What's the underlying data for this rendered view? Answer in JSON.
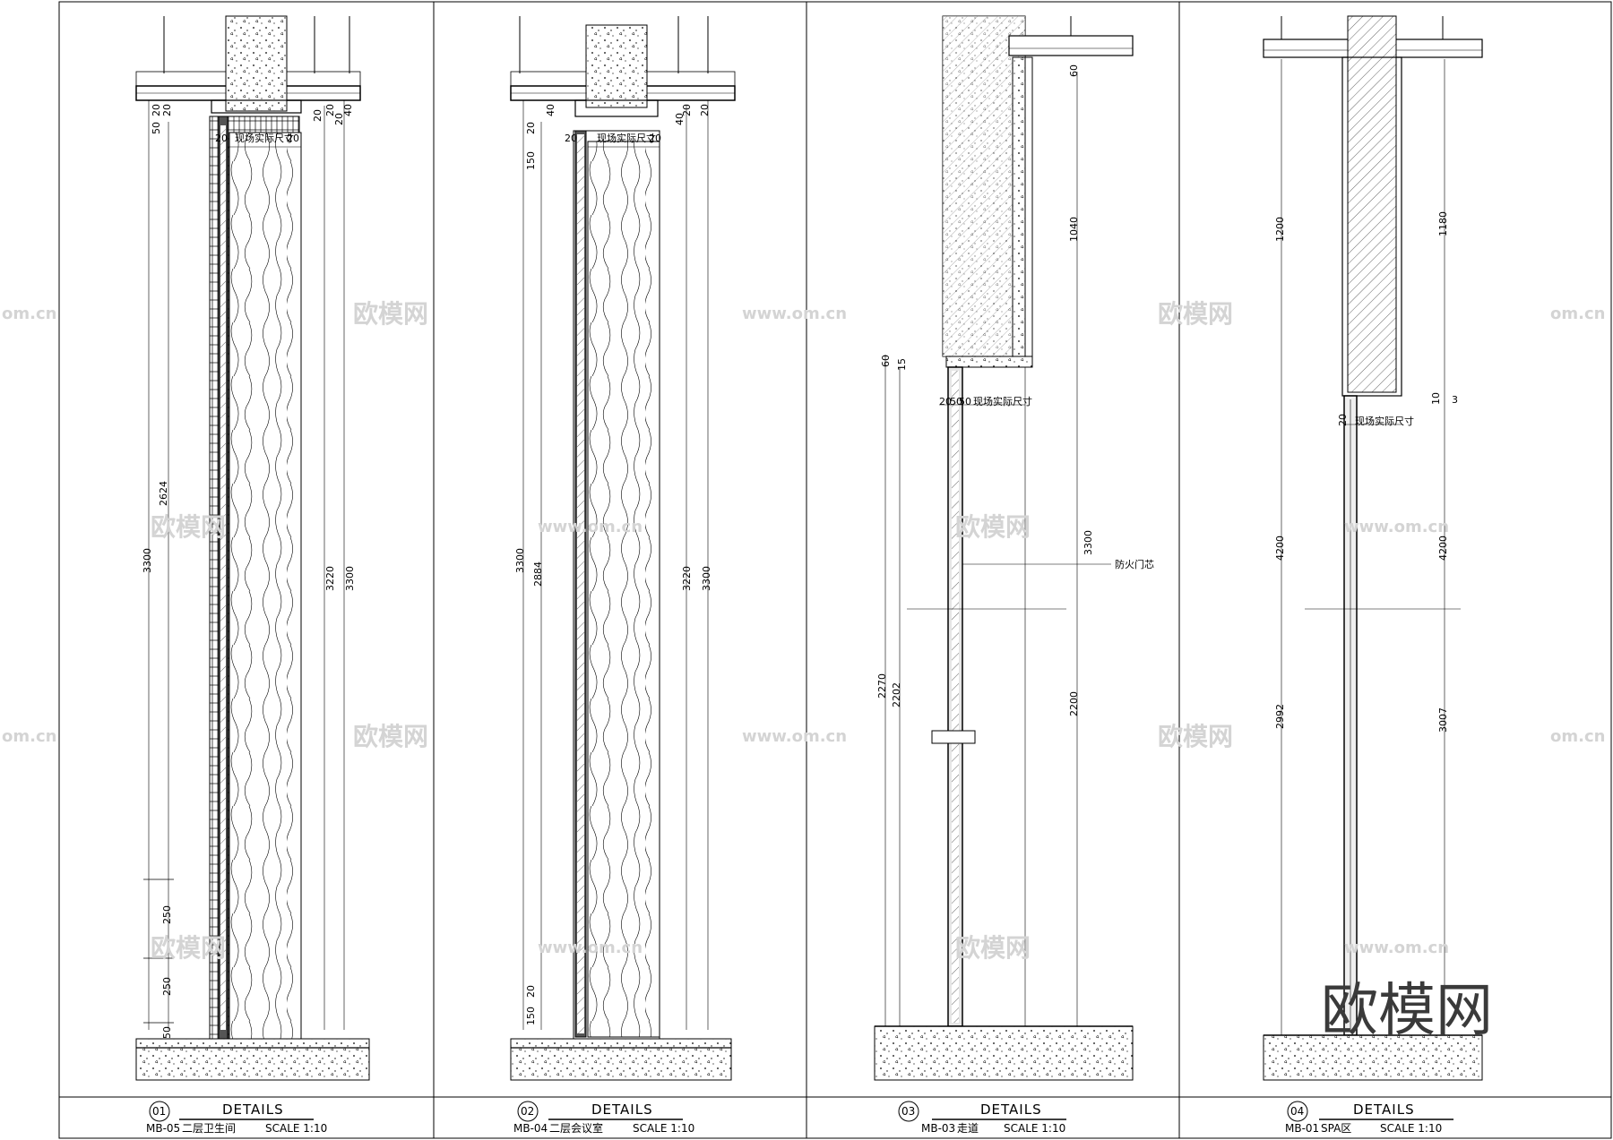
{
  "details": [
    {
      "number": "01",
      "sheet_ref": "MB-05",
      "title": "DETAILS",
      "location": "二层卫生间",
      "scale": "SCALE 1:10",
      "field_note": "现场实际尺寸",
      "dims_left_outer": "3300",
      "dims_left_inner": [
        "2624",
        "250",
        "250",
        "20",
        "50",
        "20",
        "50"
      ],
      "dims_right": [
        "3220",
        "3300",
        "20",
        "40",
        "20",
        "20"
      ],
      "dims_top": [
        "20",
        "20"
      ]
    },
    {
      "number": "02",
      "sheet_ref": "MB-04",
      "title": "DETAILS",
      "location": "二层会议室",
      "scale": "SCALE 1:10",
      "field_note": "现场实际尺寸",
      "dims_left_outer": "3300",
      "dims_left_inner": [
        "2884",
        "150",
        "20",
        "150",
        "20",
        "40"
      ],
      "dims_right": [
        "3220",
        "3300",
        "20",
        "40",
        "20"
      ],
      "dims_top": [
        "20",
        "20"
      ]
    },
    {
      "number": "03",
      "sheet_ref": "MB-03",
      "title": "DETAILS",
      "location": "走道",
      "scale": "SCALE 1:10",
      "field_note": "现场实际尺寸",
      "material_label": "防火门芯",
      "dims_left": [
        "2270",
        "2202",
        "60",
        "15"
      ],
      "dims_right": [
        "1040",
        "3300",
        "2200",
        "60"
      ],
      "dims_top": [
        "20",
        "50",
        "50"
      ]
    },
    {
      "number": "04",
      "sheet_ref": "MB-01",
      "title": "DETAILS",
      "location": "SPA区",
      "scale": "SCALE 1:10",
      "field_note": "现场实际尺寸",
      "dims_left": [
        "1200",
        "4200",
        "2992",
        "20"
      ],
      "dims_right": [
        "1180",
        "4200",
        "3007",
        "10",
        "3"
      ]
    }
  ],
  "watermark": {
    "text": "欧模网",
    "url": "www.om.cn",
    "url_short": "om.cn"
  },
  "colors": {
    "line": "#000000",
    "watermark": "#d4d4d4",
    "background": "#ffffff"
  }
}
